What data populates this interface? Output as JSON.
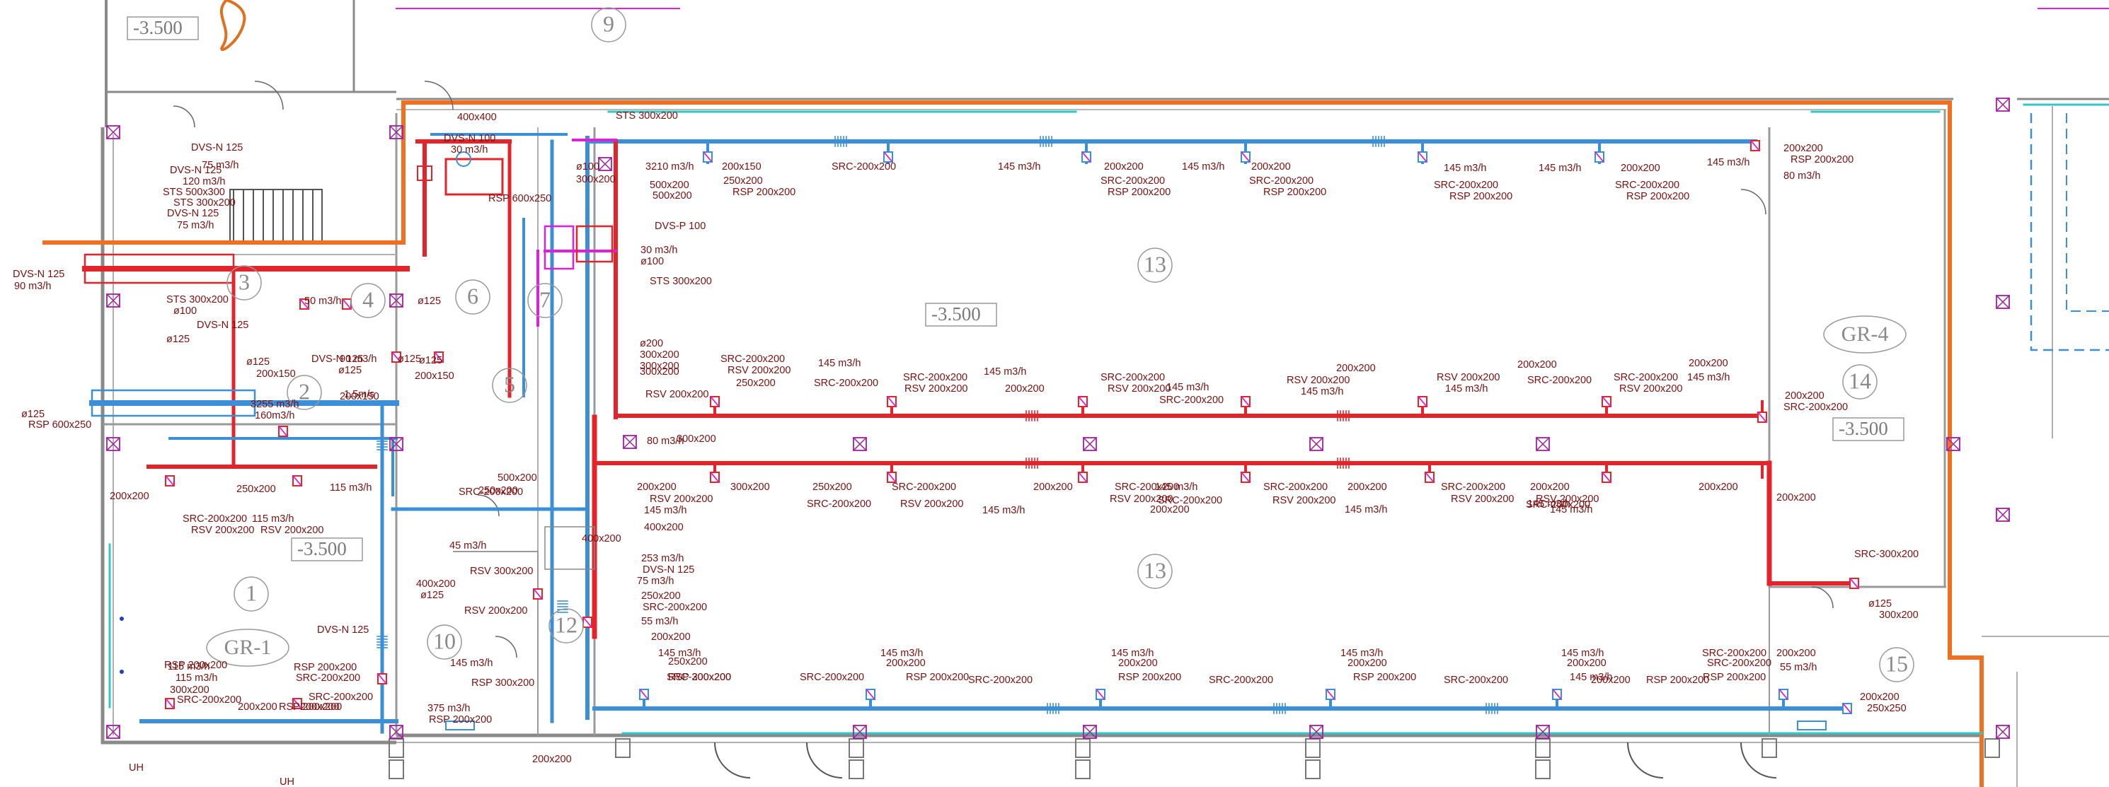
{
  "drawing": {
    "colors": {
      "supply_duct": "#e3242b",
      "exhaust_duct": "#3a8fd8",
      "transfer_duct": "#e020d8",
      "label_text": "#7a1010",
      "walls": "#8a8a8a",
      "fire_boundary": "#f07020",
      "glazing": "#30c8c8"
    },
    "rooms": [
      "9",
      "3",
      "4",
      "6",
      "7",
      "2",
      "5",
      "1",
      "10",
      "12",
      "13",
      "13",
      "14",
      "15"
    ],
    "zones": [
      "GR-1",
      "GR-4"
    ],
    "elevations": [
      "-3.500",
      "-3.500",
      "-3.500",
      "-3.500"
    ],
    "labels": [
      "400x400",
      "STS 300x200",
      "DVS-N 100",
      "30 m3/h",
      "DVS-N 125",
      "75 m3/h",
      "DVS-N 125",
      "120 m3/h",
      "STS 500x300",
      "STS 300x200",
      "DVS-N 125",
      "75 m3/h",
      "DVS-N 125",
      "90 m3/h",
      "RSP 600x250",
      "3210 m3/h",
      "ø100",
      "300x200",
      "500x200",
      "500x200",
      "DVS-P 100",
      "30 m3/h",
      "ø100",
      "STS 300x200",
      "STS 300x200",
      "ø100",
      "DVS-N 125",
      "50 m3/h",
      "ø125",
      "ø125",
      "ø125",
      "200x150",
      "DVS-N 125",
      "90 m3/h",
      "ø125",
      "ø125",
      "200x150",
      "ø125",
      "200x150",
      "ø125",
      "RSP 600x250",
      "3255 m3/h",
      "160m3/h",
      "1.5m/s",
      "200x150",
      "SRC-200x200",
      "250x200",
      "RSP 200x200",
      "145 m3/h",
      "200x200",
      "SRC-200x200",
      "RSP 200x200",
      "145 m3/h",
      "200x200",
      "SRC-200x200",
      "RSP 200x200",
      "145 m3/h",
      "SRC-200x200",
      "RSP 200x200",
      "145 m3/h",
      "200x200",
      "SRC-200x200",
      "RSP 200x200",
      "145 m3/h",
      "200x200",
      "RSP 200x200",
      "80 m3/h",
      "SRC-200x200",
      "RSV 200x200",
      "145 m3/h",
      "250x200",
      "SRC-200x200",
      "SRC-200x200",
      "RSV 200x200",
      "145 m3/h",
      "200x200",
      "SRC-200x200",
      "RSV 200x200",
      "145 m3/h",
      "SRC-200x200",
      "200x200",
      "RSV 200x200",
      "145 m3/h",
      "200x200",
      "SRC-200x200",
      "RSV 200x200",
      "145 m3/h",
      "200x200",
      "SRC-200x200",
      "RSV 200x200",
      "145 m3/h",
      "200x200",
      "SRC-200x200",
      "RSV 200x200",
      "80 m3/h",
      "300x200",
      "ø200",
      "300x200",
      "300x200",
      "300x200",
      "500x200",
      "250x200",
      "200x200",
      "SRC-200x200",
      "RSV 200x200",
      "115 m3/h",
      "RSV 200x200",
      "115 m3/h",
      "250x200",
      "SRC-200x200",
      "200x200",
      "RSV 200x200",
      "145 m3/h",
      "400x200",
      "300x200",
      "SRC-200x200",
      "250x200",
      "SRC-200x200",
      "RSV 200x200",
      "145 m3/h",
      "200x200",
      "SRC-200x200",
      "RSV 200x200",
      "145 m3/h",
      "SRC-200x200",
      "200x200",
      "SRC-200x200",
      "RSV 200x200",
      "145 m3/h",
      "200x200",
      "SRC-200x200",
      "RSV 200x200",
      "145 m3/h",
      "200x200",
      "SRC-200x200",
      "RSV 200x200",
      "145 m3/h",
      "200x200",
      "200x200",
      "SRC-300x200",
      "ø125",
      "300x200",
      "DVS-N 125",
      "45 m3/h",
      "400x200",
      "RSV 300x200",
      "253 m3/h",
      "DVS-N 125",
      "75 m3/h",
      "400x200",
      "ø125",
      "250x200",
      "SRC-200x200",
      "RSV 200x200",
      "55 m3/h",
      "200x200",
      "SRC-300x200",
      "RSP 200x200",
      "145 m3/h",
      "300x200",
      "SRC-200x200",
      "RSP 300x200",
      "375 m3/h",
      "RSP 200x200",
      "115 m3/h",
      "RSP 200x200",
      "115 m3/h",
      "SRC-200x200",
      "SRC-200x200",
      "200x200",
      "200x200",
      "RSP 200x200",
      "145 m3/h",
      "250x200",
      "SRC-200x200",
      "RSP 200x200",
      "145 m3/h",
      "200x200",
      "SRC-200x200",
      "RSP 200x200",
      "145 m3/h",
      "200x200",
      "SRC-200x200",
      "RSP 200x200",
      "145 m3/h",
      "200x200",
      "SRC-200x200",
      "RSP 200x200",
      "145 m3/h",
      "200x200",
      "RSP 200x200",
      "145 m3/h",
      "SRC-200x200",
      "SRC-200x200",
      "200x200",
      "RSP 200x200",
      "55 m3/h",
      "200x200",
      "250x250",
      "200x200",
      "200x200",
      "UH",
      "UH"
    ]
  }
}
